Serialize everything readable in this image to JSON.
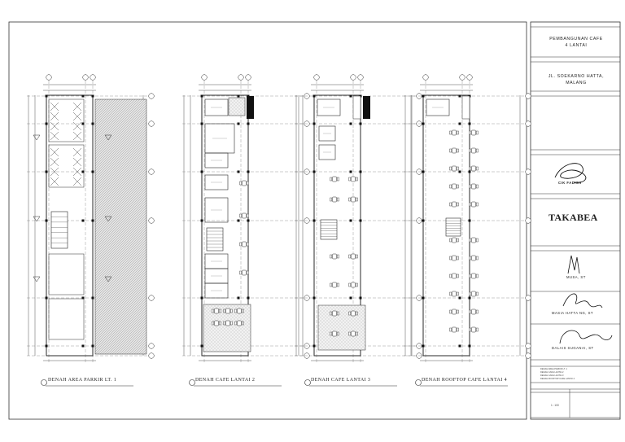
{
  "plans": [
    {
      "title": "DENAH AREA PARKIR LT. 1"
    },
    {
      "title": "DENAH CAFE LANTAI 2"
    },
    {
      "title": "DENAH  CAFE LANTAI 3"
    },
    {
      "title": "DENAH ROOFTOP CAFE LANTAI 4"
    }
  ],
  "title_block": {
    "project_line1": "PEMBANGUNAN CAFE",
    "project_line2": "4 LANTAI",
    "location_line1": "JL. SOEKARNO HATTA,",
    "location_line2": "MALANG",
    "designer_name": "CIK FADISH",
    "firm_name": "TAKABEA",
    "signer_1": "MUSA, ST",
    "signer_2": "MASIA HATTA NG, ST",
    "signer_3": "DALAIS SUGANAI, ST",
    "drawing_list": [
      "DENAH AREA PARKIR LT. 1",
      "DENAH CAFE LANTAI 2",
      "DENAH CAFE LANTAI 3",
      "DENAH ROOFTOP CAFE LANTAI 4"
    ],
    "scale_value": "1 : 100"
  },
  "colors": {
    "line": "#2a2a2a",
    "hatch": "#bdbdbd",
    "accent": "#111111"
  }
}
